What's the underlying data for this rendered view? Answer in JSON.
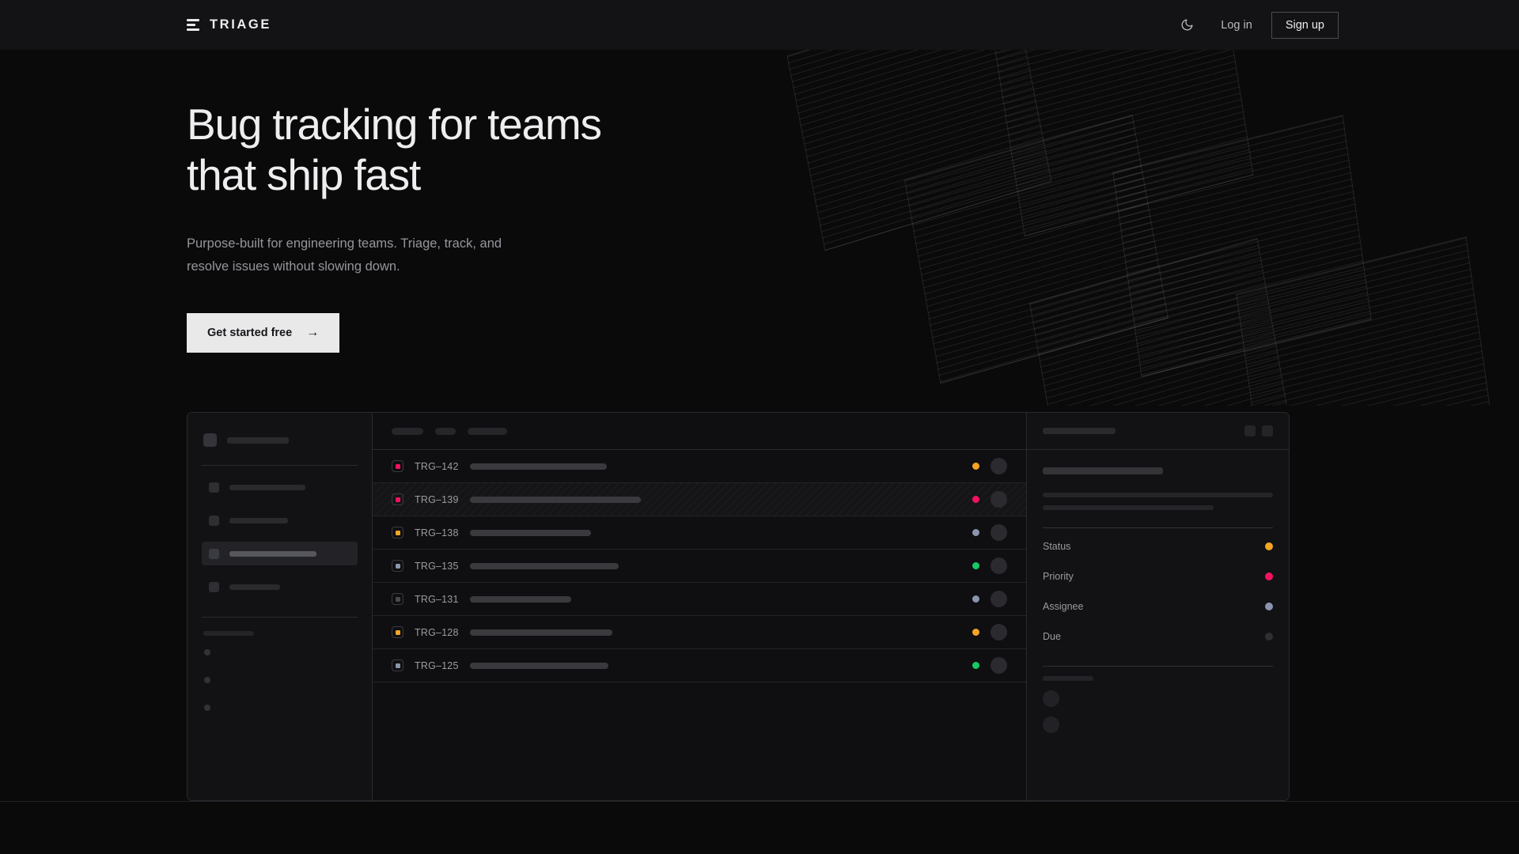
{
  "brand": {
    "name": "TRIAGE",
    "logo_icon": "stacked-bars-icon"
  },
  "nav": {
    "theme_toggle_icon": "moon-icon",
    "login_label": "Log in",
    "signup_label": "Sign up"
  },
  "hero": {
    "heading": "Bug tracking for teams\nthat ship fast",
    "subheading": "Purpose-built for engineering teams. Triage, track, and\nresolve issues without slowing down.",
    "cta_label": "Get started free",
    "cta_arrow": "→"
  },
  "colors": {
    "page_bg": "#0a0a0b",
    "nav_bg": "#131315",
    "cta_bg": "#e9e9ea",
    "amber": "#f5a524",
    "pink": "#f31260",
    "green": "#17c964",
    "slate": "#8a95ad",
    "muted": "#3a3a3e"
  },
  "app": {
    "sidebar": {
      "workspace_skeleton_width": 78,
      "nav_items": [
        {
          "name": "nav-item-1",
          "width": 96,
          "active": false
        },
        {
          "name": "nav-item-2",
          "width": 74,
          "active": false
        },
        {
          "name": "nav-item-3",
          "width": 110,
          "active": true
        },
        {
          "name": "nav-item-4",
          "width": 64,
          "active": false
        }
      ],
      "section_label_width": 64,
      "mini_items": 3
    },
    "list": {
      "toolbar_chips": [
        40,
        26,
        50
      ],
      "rows": [
        {
          "id": "TRG–142",
          "priority_color": "#f31260",
          "status_color": "#f5a524",
          "title_width": 173,
          "selected": false
        },
        {
          "id": "TRG–139",
          "priority_color": "#f31260",
          "status_color": "#f31260",
          "title_width": 216,
          "selected": true
        },
        {
          "id": "TRG–138",
          "priority_color": "#f5a524",
          "status_color": "#8a95ad",
          "title_width": 153,
          "selected": false
        },
        {
          "id": "TRG–135",
          "priority_color": "#8a95ad",
          "status_color": "#17c964",
          "title_width": 188,
          "selected": false
        },
        {
          "id": "TRG–131",
          "priority_color": "#4a4a50",
          "status_color": "#8a95ad",
          "title_width": 128,
          "selected": false
        },
        {
          "id": "TRG–128",
          "priority_color": "#f5a524",
          "status_color": "#f5a524",
          "title_width": 180,
          "selected": false
        },
        {
          "id": "TRG–125",
          "priority_color": "#8a95ad",
          "status_color": "#17c964",
          "title_width": 175,
          "selected": false
        }
      ]
    },
    "detail": {
      "title_skeleton_width": 92,
      "header_buttons": 2,
      "body_skeletons": [
        152,
        291,
        216
      ],
      "meta": [
        {
          "label": "Status",
          "dot_color": "#f5a524"
        },
        {
          "label": "Priority",
          "dot_color": "#f31260"
        },
        {
          "label": "Assignee",
          "dot_color": "#8a95ad"
        },
        {
          "label": "Due",
          "dot_color": "#2e2e33"
        }
      ],
      "activity_label_width": 64,
      "activity_avatars": 2
    }
  }
}
